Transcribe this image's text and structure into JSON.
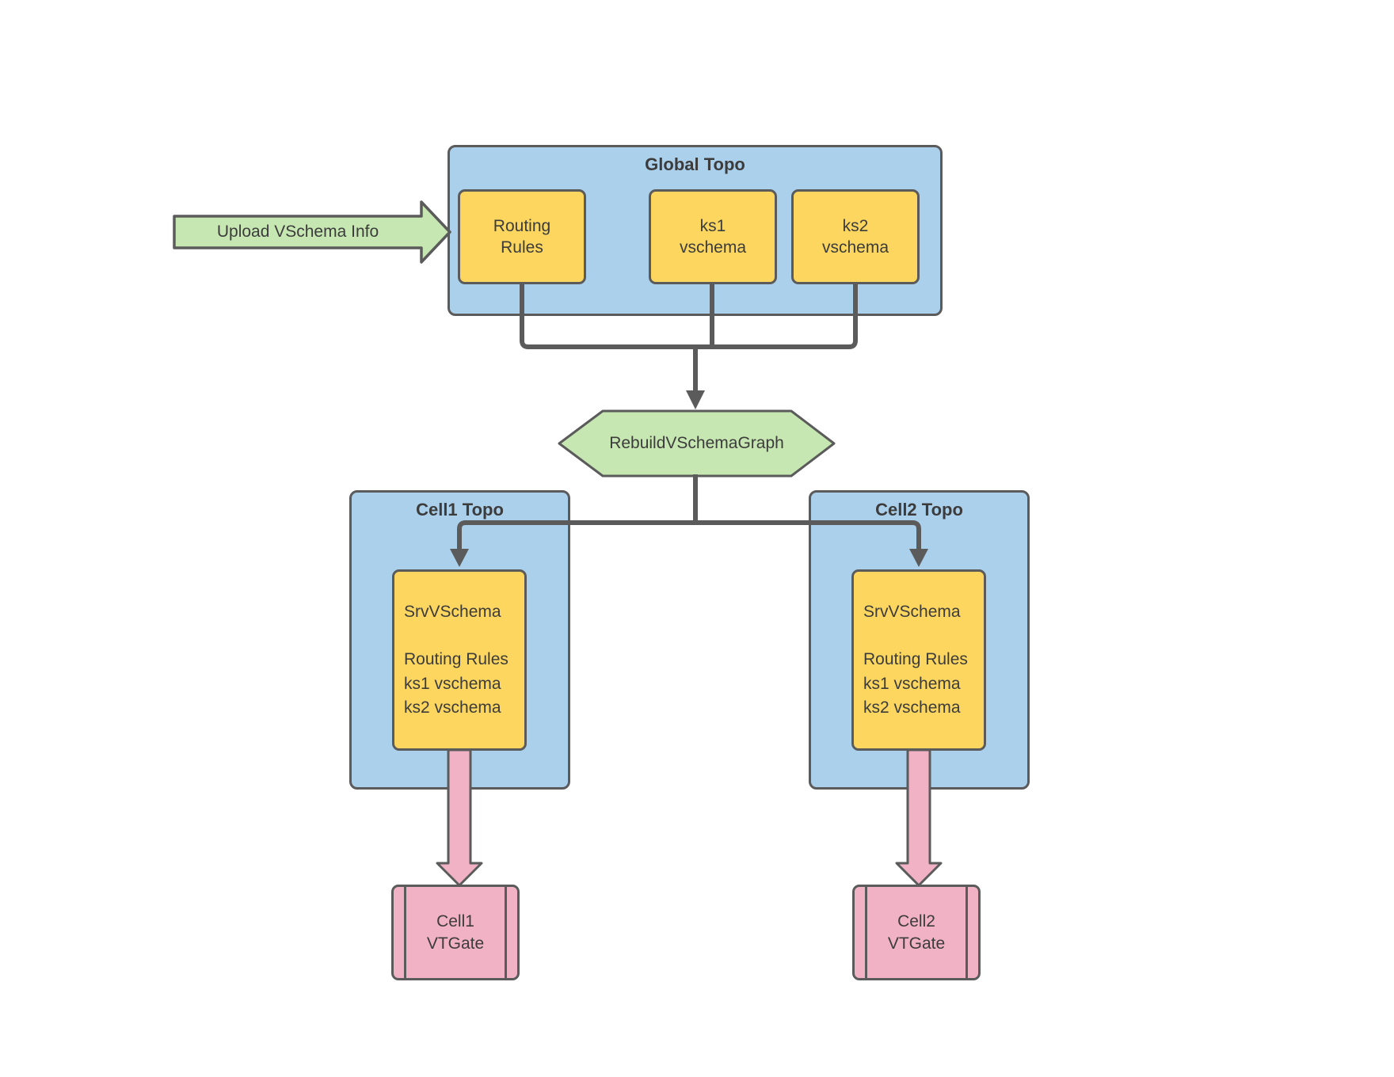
{
  "colors": {
    "blue": "#abd0ec",
    "yellow": "#fcd65f",
    "green": "#c6e7b1",
    "pink": "#f2b2c6",
    "line": "#5b5b5b",
    "text": "#3c3c3c"
  },
  "upload_arrow": {
    "label": "Upload VSchema Info"
  },
  "global_topo": {
    "title": "Global Topo",
    "nodes": [
      {
        "label": "Routing\nRules"
      },
      {
        "label": "ks1\nvschema"
      },
      {
        "label": "ks2\nvschema"
      }
    ]
  },
  "rebuild_step": {
    "label": "RebuildVSchemaGraph"
  },
  "cells": [
    {
      "title": "Cell1 Topo",
      "srv_vschema": "SrvVSchema\n\nRouting Rules\nks1 vschema\nks2 vschema",
      "vtgate_label": "Cell1\nVTGate"
    },
    {
      "title": "Cell2 Topo",
      "srv_vschema": "SrvVSchema\n\nRouting Rules\nks1 vschema\nks2 vschema",
      "vtgate_label": "Cell2\nVTGate"
    }
  ]
}
